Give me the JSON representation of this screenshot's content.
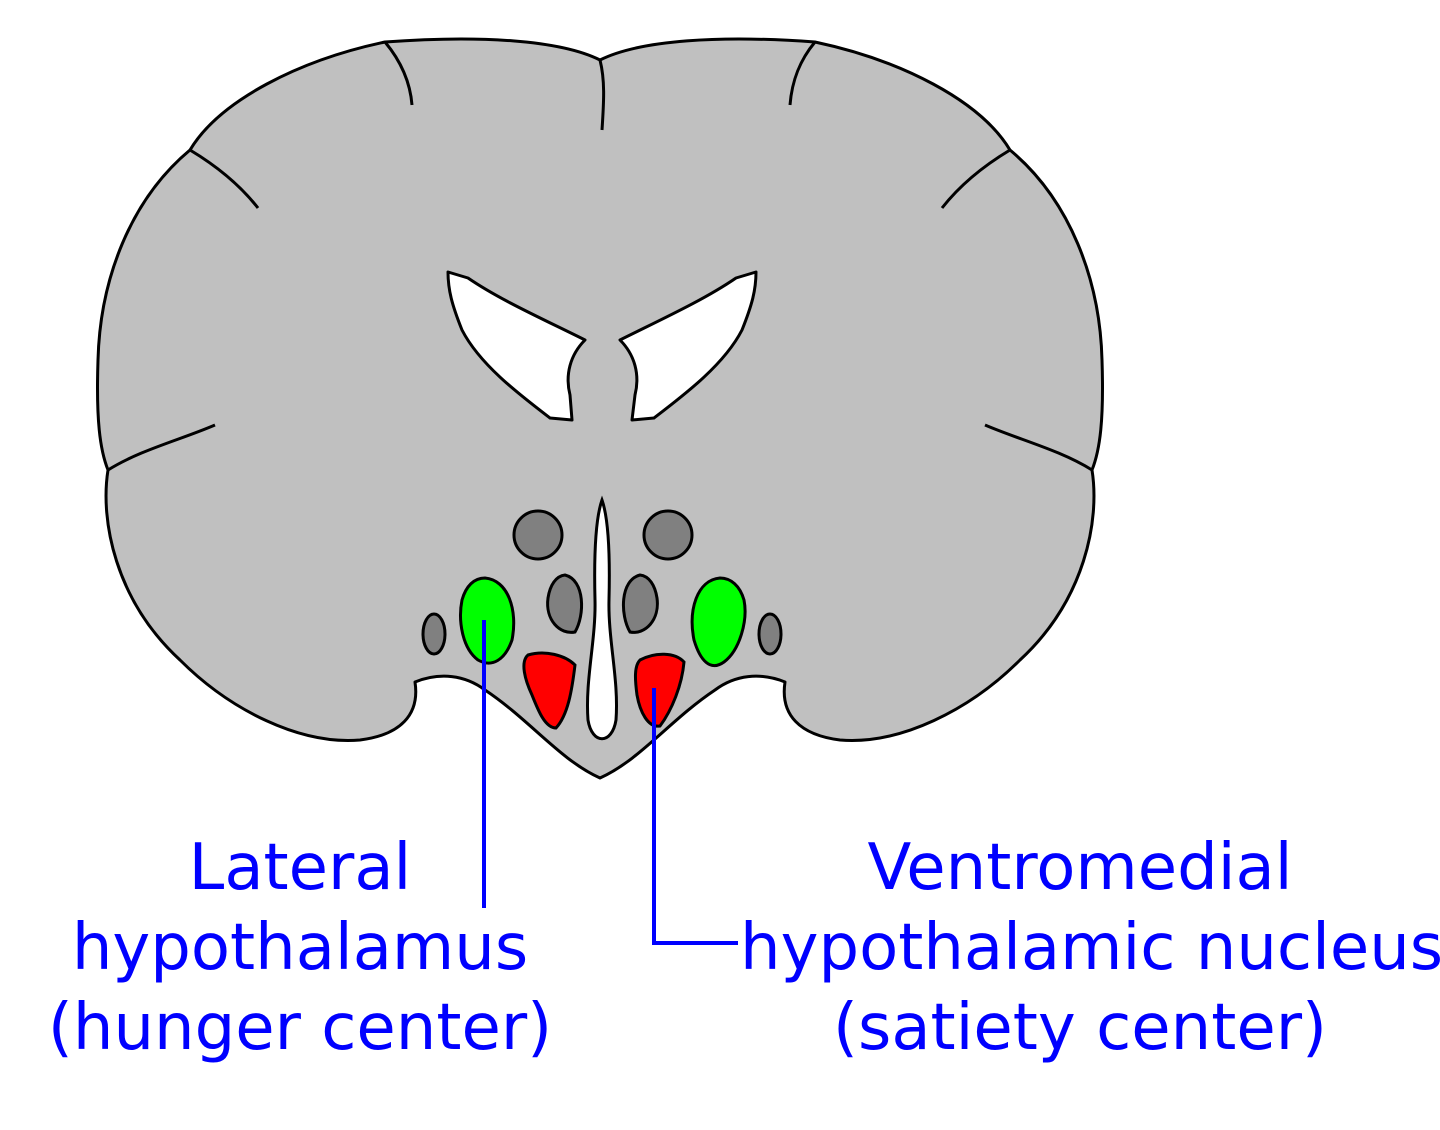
{
  "colors": {
    "brain_fill": "#c0c0c0",
    "outline": "#000000",
    "ventricle": "#ffffff",
    "nucleus_gray": "#808080",
    "lateral_hypothalamus": "#00ff00",
    "ventromedial_nucleus": "#ff0000",
    "label_text": "#0000ff",
    "leader_line": "#0000ff"
  },
  "labels": {
    "lateral": {
      "line1": "Lateral",
      "line2": "hypothalamus",
      "line3": "(hunger center)"
    },
    "ventromedial": {
      "line1": "Ventromedial",
      "line2": "hypothalamic nucleus",
      "line3": "(satiety center)"
    }
  }
}
